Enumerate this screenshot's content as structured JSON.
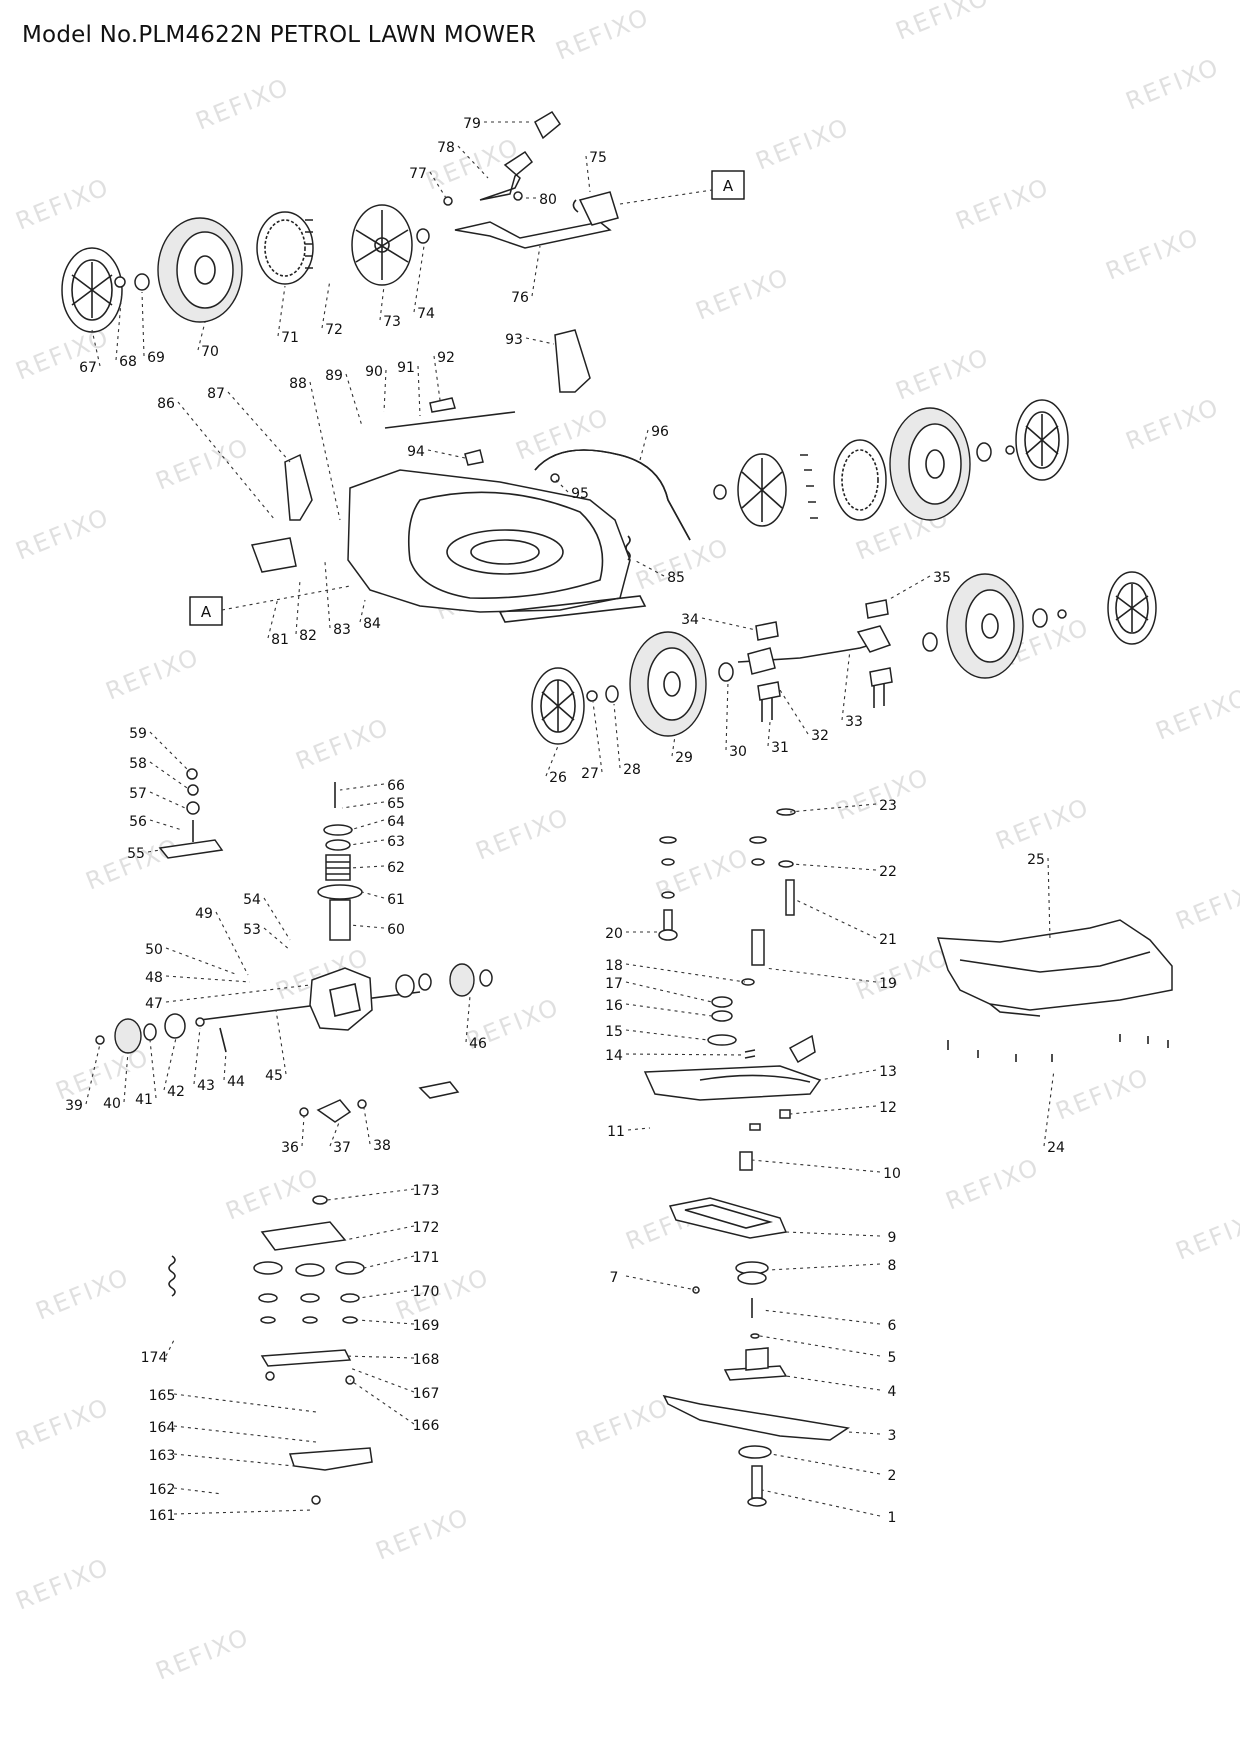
{
  "title": "Model No.PLM4622N PETROL LAWN MOWER",
  "watermark": "REFIXO",
  "ref_marker": "A",
  "part_labels": [
    "1",
    "2",
    "3",
    "4",
    "5",
    "6",
    "7",
    "8",
    "9",
    "10",
    "11",
    "12",
    "13",
    "14",
    "15",
    "16",
    "17",
    "18",
    "19",
    "20",
    "21",
    "22",
    "23",
    "24",
    "25",
    "26",
    "27",
    "28",
    "29",
    "30",
    "31",
    "32",
    "33",
    "34",
    "35",
    "36",
    "37",
    "38",
    "39",
    "40",
    "41",
    "42",
    "43",
    "44",
    "45",
    "46",
    "47",
    "48",
    "49",
    "50",
    "53",
    "54",
    "55",
    "56",
    "57",
    "58",
    "59",
    "60",
    "61",
    "62",
    "63",
    "64",
    "65",
    "66",
    "67",
    "68",
    "69",
    "70",
    "71",
    "72",
    "73",
    "74",
    "75",
    "76",
    "77",
    "78",
    "79",
    "80",
    "81",
    "82",
    "83",
    "84",
    "85",
    "86",
    "87",
    "88",
    "89",
    "90",
    "91",
    "92",
    "93",
    "94",
    "95",
    "96",
    "161",
    "162",
    "163",
    "164",
    "165",
    "166",
    "167",
    "168",
    "169",
    "170",
    "171",
    "172",
    "173",
    "174"
  ]
}
